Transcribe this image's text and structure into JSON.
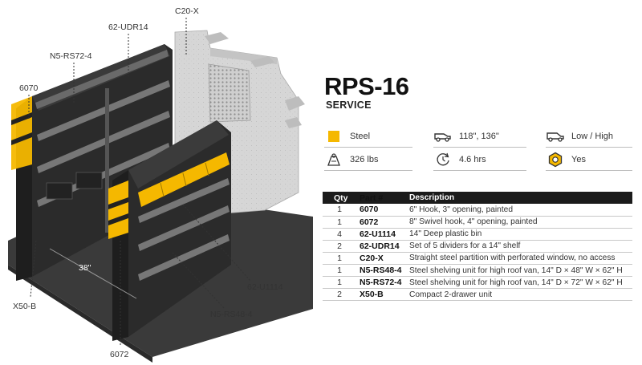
{
  "product": {
    "title": "RPS-16",
    "subtitle": "SERVICE"
  },
  "specs": [
    {
      "icon": "steel-swatch-icon",
      "text": "Steel",
      "color": "#F5B800"
    },
    {
      "icon": "van-icon",
      "text": "118\", 136\""
    },
    {
      "icon": "roof-height-van-icon",
      "text": "Low / High"
    },
    {
      "icon": "weight-icon",
      "text": "326 lbs"
    },
    {
      "icon": "install-time-clock-icon",
      "text": "4.6 hrs"
    },
    {
      "icon": "hex-nut-icon",
      "text": "Yes"
    }
  ],
  "table": {
    "headers": {
      "qty": "Qty",
      "part": "Part #",
      "desc": "Description"
    },
    "rows": [
      {
        "qty": "1",
        "part": "6070",
        "desc": "6\" Hook, 3\" opening, painted"
      },
      {
        "qty": "1",
        "part": "6072",
        "desc": "8\" Swivel hook, 4\" opening, painted"
      },
      {
        "qty": "4",
        "part": "62-U1114",
        "desc": "14\" Deep plastic bin"
      },
      {
        "qty": "2",
        "part": "62-UDR14",
        "desc": "Set of 5 dividers for a 14\" shelf"
      },
      {
        "qty": "1",
        "part": "C20-X",
        "desc": "Straight steel partition with perforated window, no access"
      },
      {
        "qty": "1",
        "part": "N5-RS48-4",
        "desc": "Steel shelving unit for high roof van, 14\" D × 48\" W × 62\" H"
      },
      {
        "qty": "1",
        "part": "N5-RS72-4",
        "desc": "Steel shelving unit for high roof van, 14\" D × 72\" W × 62\" H"
      },
      {
        "qty": "2",
        "part": "X50-B",
        "desc": "Compact 2-drawer unit"
      }
    ]
  },
  "callouts": {
    "c20x": "C20-X",
    "udr14": "62-UDR14",
    "rs72": "N5-RS72-4",
    "hook6070": "6070",
    "depth": "38\"",
    "x50b": "X50-B",
    "u1114": "62-U1114",
    "rs48": "N5-RS48-4",
    "hook6072": "6072"
  },
  "colors": {
    "accent": "#F5B800",
    "shelf_dark": "#262626",
    "table_header": "#1b1b1b",
    "partition": "#d9d9d9"
  }
}
